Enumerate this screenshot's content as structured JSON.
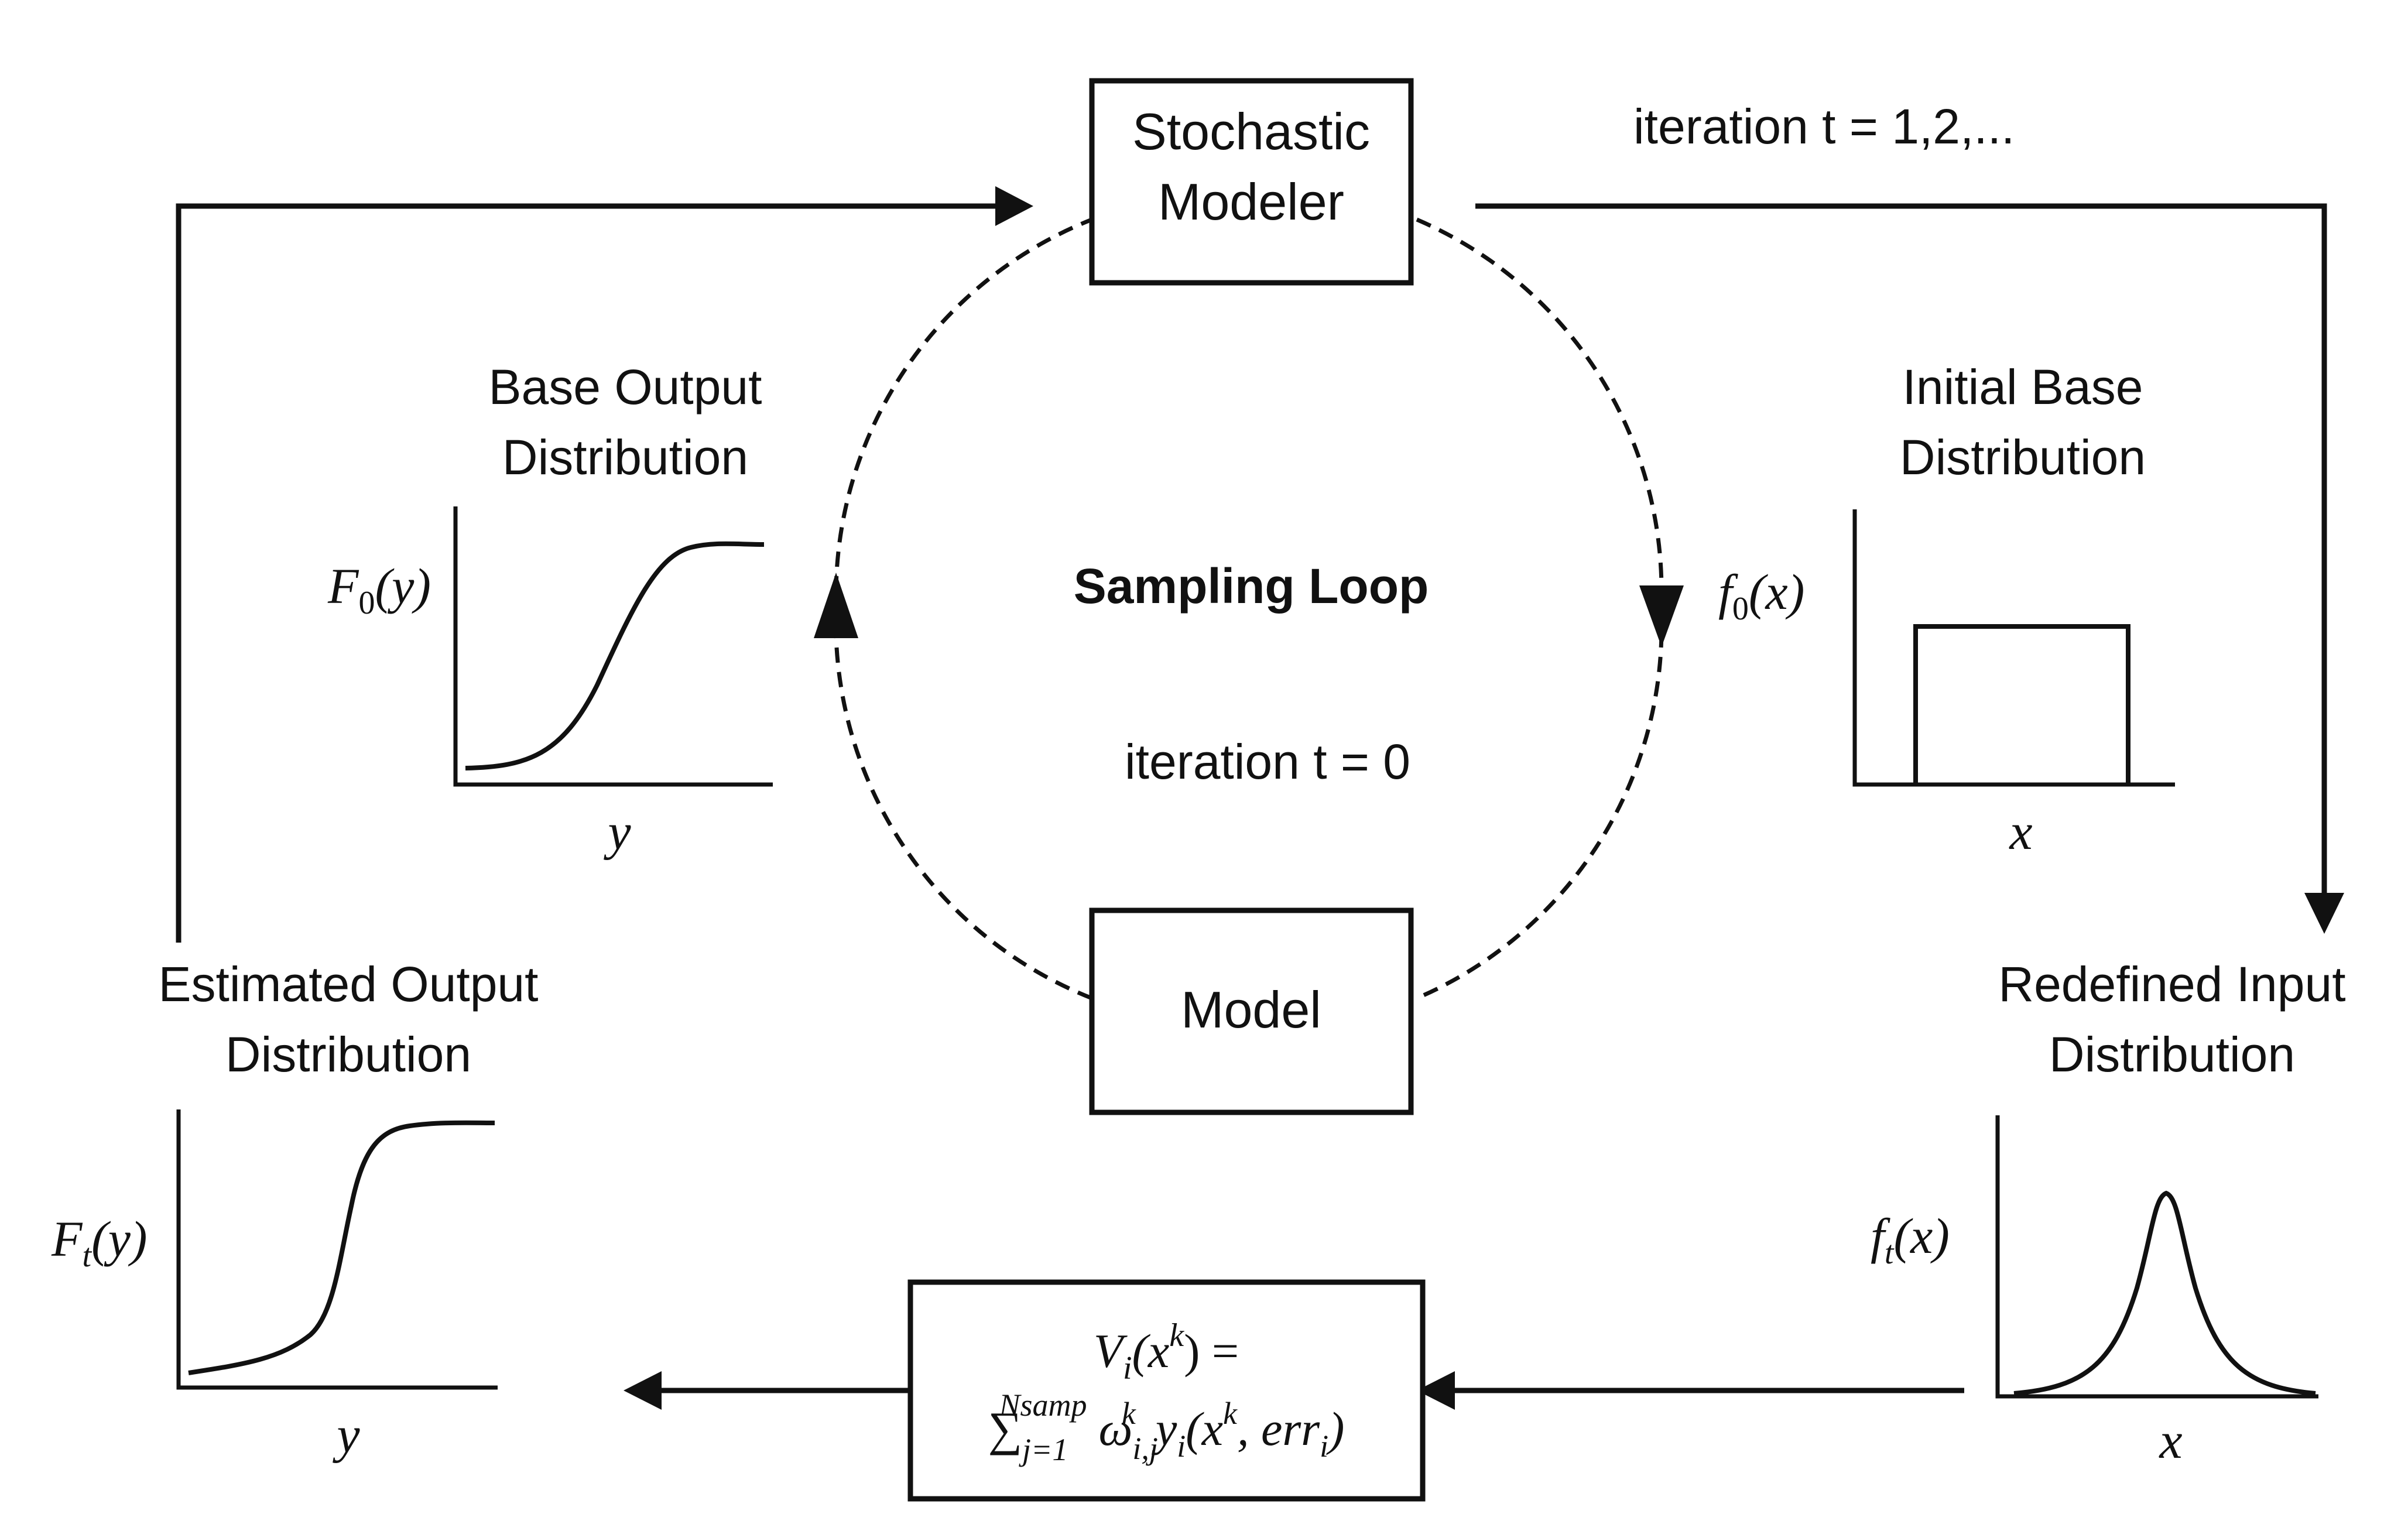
{
  "nodes": {
    "stochastic_modeler": {
      "line1": "Stochastic",
      "line2": "Modeler"
    },
    "model": {
      "label": "Model"
    },
    "estimator": {
      "lhs": "V",
      "lhs_sub": "i",
      "lhs_arg_open": "(x",
      "lhs_arg_sup": "k",
      "lhs_arg_close": ") =",
      "sum": "∑",
      "sum_sub": "j=1",
      "sum_sup": "Nsamp",
      "omega": "ω",
      "omega_sub": "i,j",
      "omega_sup": "k",
      "y": "y",
      "y_sub": "i",
      "y_arg_open": "(x",
      "y_arg_sup": "k",
      "y_arg_mid": ", err",
      "y_arg_sub": "i",
      "y_arg_close": ")"
    }
  },
  "loop": {
    "title": "Sampling Loop",
    "iteration_zero": "iteration t = 0",
    "iteration_outer": "iteration t = 1,2,..."
  },
  "plots": {
    "initial_base": {
      "title1": "Initial Base",
      "title2": "Distribution",
      "ylabel": "f",
      "ylabel_sub": "0",
      "ylabel_arg": "(x)",
      "xlabel": "x",
      "shape": "uniform"
    },
    "base_output": {
      "title1": "Base Output",
      "title2": "Distribution",
      "ylabel": "F",
      "ylabel_sub": "0",
      "ylabel_arg": "(y)",
      "xlabel": "y",
      "shape": "sigmoid"
    },
    "redefined_input": {
      "title1": "Redefined Input",
      "title2": "Distribution",
      "ylabel": "f",
      "ylabel_sub": "t",
      "ylabel_arg": "(x)",
      "xlabel": "x",
      "shape": "peak"
    },
    "estimated_output": {
      "title1": "Estimated Output",
      "title2": "Distribution",
      "ylabel": "F",
      "ylabel_sub": "t",
      "ylabel_arg": "(y)",
      "xlabel": "y",
      "shape": "steep-sigmoid"
    }
  },
  "colors": {
    "ink": "#111111",
    "background": "#ffffff"
  }
}
